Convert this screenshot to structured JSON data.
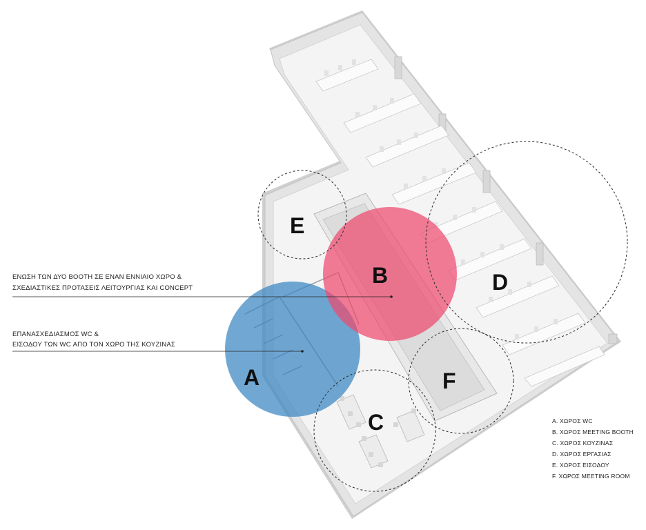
{
  "zones": [
    {
      "letter": "A",
      "color": "#3a87c2",
      "style": "filled"
    },
    {
      "letter": "B",
      "color": "#ee4a6f",
      "style": "filled"
    },
    {
      "letter": "C",
      "style": "dashed"
    },
    {
      "letter": "D",
      "style": "dashed"
    },
    {
      "letter": "E",
      "style": "dashed"
    },
    {
      "letter": "F",
      "style": "dashed"
    }
  ],
  "notes": {
    "b": {
      "line1": "ΕΝΩΣΗ ΤΩΝ ΔΥΟ BOOTH ΣΕ ΕΝΑΝ ΕΝΝΙΑΙΟ ΧΩΡΟ &",
      "line2": "ΣΧΕΔΙΑΣΤΙΚΕΣ ΠΡΟΤΑΣΕΙΣ ΛΕΙΤΟΥΡΓΙΑΣ ΚΑΙ CONCEPT"
    },
    "a": {
      "line1": "ΕΠΑΝΑΣΧΕΔΙΑΣΜΟΣ WC &",
      "line2": "ΕΙΣΟΔΟΥ ΤΩΝ WC ΑΠΟ ΤΟΝ ΧΩΡΟ ΤΗΣ ΚΟΥΖΙΝΑΣ"
    }
  },
  "legend": [
    "A.  ΧΩΡΟΣ WC",
    "B.   ΧΩΡΟΣ MEETING  BOOTH",
    "C.   ΧΩΡΟΣ ΚΟΥΖΙΝΑΣ",
    "D.   ΧΩΡΟΣ ΕΡΓΑΣΙΑΣ",
    "E.   ΧΩΡΟΣ ΕΙΣΟΔΟΥ",
    "F.   ΧΩΡΟΣ MEETING ROOM"
  ]
}
